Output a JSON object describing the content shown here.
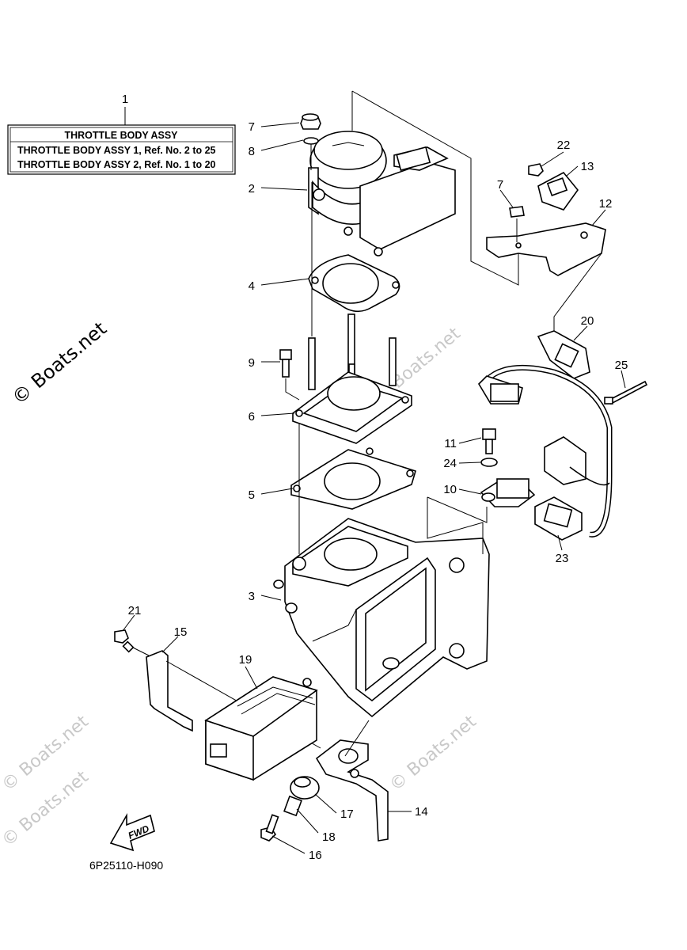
{
  "legend_box": {
    "title": "THROTTLE BODY ASSY",
    "lines": [
      "THROTTLE BODY ASSY 1,  Ref. No. 2 to 25",
      "THROTTLE BODY ASSY 2,  Ref. No. 1 to 20"
    ]
  },
  "callouts": {
    "n1": "1",
    "n2": "2",
    "n3": "3",
    "n4": "4",
    "n5": "5",
    "n6": "6",
    "n7a": "7",
    "n7b": "7",
    "n8": "8",
    "n9": "9",
    "n10": "10",
    "n11": "11",
    "n12": "12",
    "n13": "13",
    "n14": "14",
    "n15": "15",
    "n16": "16",
    "n17": "17",
    "n18": "18",
    "n19": "19",
    "n20": "20",
    "n21": "21",
    "n22": "22",
    "n23": "23",
    "n24": "24",
    "n25": "25"
  },
  "fwd_arrow_label": "FWD",
  "diagram_code": "6P25110-H090",
  "watermark": {
    "main": "© Boats.net",
    "faint": "© Boats.net"
  }
}
